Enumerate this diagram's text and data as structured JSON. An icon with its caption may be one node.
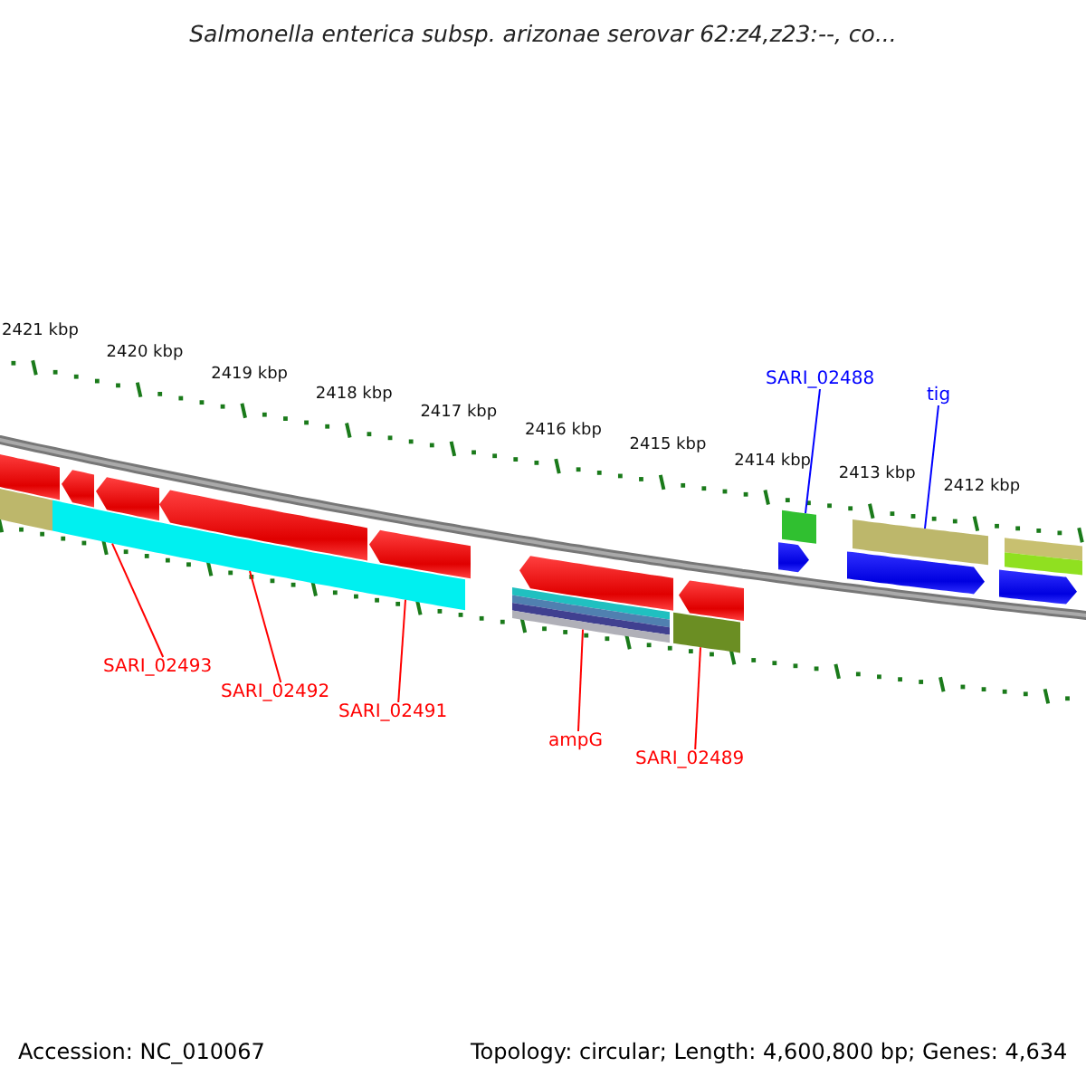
{
  "diagram": {
    "title": "Salmonella enterica subsp. arizonae serovar 62:z4,z23:--, co...",
    "nodes": [
      {
        "text": [
          "SARI_02493"
        ]
      },
      {
        "text": [
          "SARI_02492"
        ]
      },
      {
        "text": [
          "SARI_02491"
        ]
      },
      {
        "text": [
          "ampG"
        ]
      },
      {
        "text": [
          "SARI_02489"
        ]
      },
      {
        "text": [
          "SARI_02488"
        ]
      },
      {
        "text": [
          "tig"
        ]
      },
      {
        "text": [],
        "shape": "bar"
      },
      {
        "text": [],
        "shape": "bar"
      },
      {
        "text": [],
        "shape": "bar"
      },
      {
        "text": [],
        "shape": "arrow"
      },
      {
        "text": [],
        "shape": "arrow"
      },
      {
        "text": [],
        "shape": "arrow"
      },
      {
        "text": [],
        "shape": "bar"
      },
      {
        "text": [],
        "shape": "arrow"
      },
      {
        "text": [],
        "shape": "bar"
      },
      {
        "text": [],
        "shape": "arrow"
      },
      {
        "text": [],
        "shape": "bar"
      },
      {
        "text": [],
        "shape": "arrow"
      },
      {
        "text": [],
        "shape": "arrow"
      },
      {
        "text": [],
        "shape": "bar"
      },
      {
        "text": [],
        "shape": "arrow"
      },
      {
        "text": [],
        "shape": "bar"
      },
      {
        "text": [],
        "shape": "arrow"
      },
      {
        "text": [],
        "shape": "bar"
      }
    ],
    "edges": [
      {
        "from": 0,
        "to": 9,
        "arrow": "none"
      },
      {
        "from": 1,
        "to": 9,
        "arrow": "none"
      },
      {
        "from": 2,
        "to": 13,
        "arrow": "none"
      },
      {
        "from": 3,
        "to": 15,
        "arrow": "none"
      },
      {
        "from": 4,
        "to": 17,
        "arrow": "none"
      },
      {
        "from": 5,
        "to": 20,
        "arrow": "none",
        "color": "#0000ff"
      },
      {
        "from": 6,
        "to": 22,
        "arrow": "none",
        "color": "#0000ff"
      }
    ],
    "labels": [
      "2421 kbp",
      "2420 kbp",
      "2419 kbp",
      "2418 kbp",
      "2417 kbp",
      "2416 kbp",
      "2415 kbp",
      "2414 kbp",
      "2413 kbp",
      "2412 kbp",
      "Accession: NC_010067",
      "Topology: circular; Length: 4,600,800 bp; Genes: 4,634"
    ]
  }
}
